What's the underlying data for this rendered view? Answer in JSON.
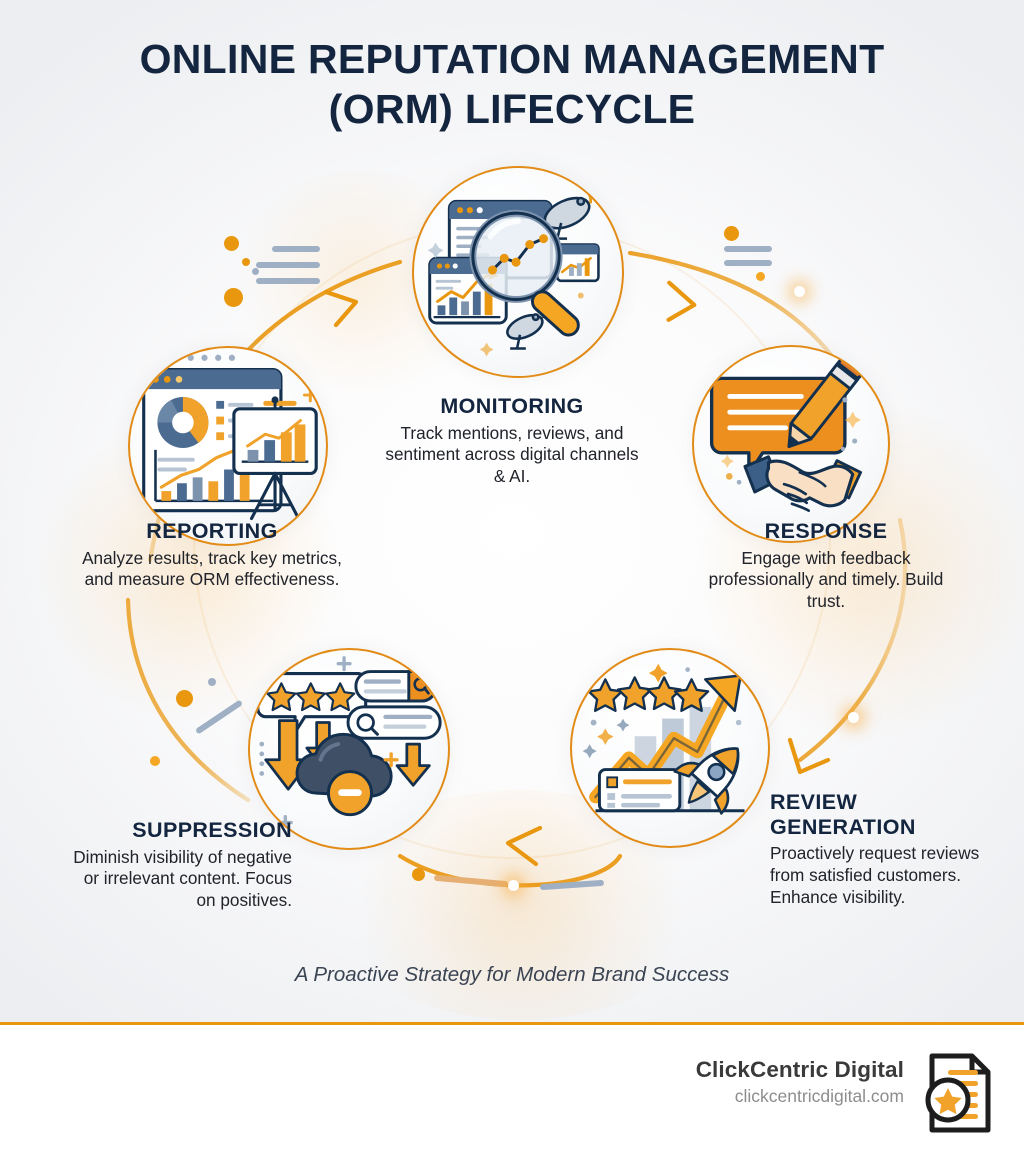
{
  "title": {
    "line1": "ONLINE REPUTATION MANAGEMENT",
    "line2": "(ORM) LIFECYCLE"
  },
  "tagline": "A Proactive Strategy for Modern Brand Success",
  "colors": {
    "accent_orange": "#E9970F",
    "orange_light": "#F5A623",
    "navy": "#14253f",
    "slate_blue": "#4C6B91",
    "body_text": "#20232a",
    "background": "#f2f3f5",
    "footer_line": "#E9970F"
  },
  "cycle": {
    "direction": "clockwise",
    "stages": [
      {
        "id": "monitoring",
        "heading": "MONITORING",
        "desc": "Track mentions, reviews, and sentiment across digital channels & AI.",
        "icon": "magnifier-dashboard-satellite-icon",
        "order": 1
      },
      {
        "id": "response",
        "heading": "RESPONSE",
        "desc": "Engage with feedback professionally and timely. Build trust.",
        "icon": "speech-bubble-pencil-handshake-icon",
        "order": 2
      },
      {
        "id": "review-generation",
        "heading_line1": "REVIEW",
        "heading_line2": "GENERATION",
        "heading": "REVIEW GENERATION",
        "desc": "Proactively request reviews from satisfied customers. Enhance visibility.",
        "icon": "stars-growth-arrow-rocket-icon",
        "stars": 4,
        "order": 3
      },
      {
        "id": "suppression",
        "heading": "SUPPRESSION",
        "desc": "Diminish visibility of negative or irrelevant content. Focus on positives.",
        "icon": "down-arrows-cloud-minus-icon",
        "stars": 3,
        "order": 4
      },
      {
        "id": "reporting",
        "heading": "REPORTING",
        "desc": "Analyze results, track key metrics, and measure ORM effectiveness.",
        "icon": "dashboard-charts-presentation-icon",
        "order": 5
      }
    ]
  },
  "footer": {
    "brand_name": "ClickCentric Digital",
    "brand_url": "clickcentricdigital.com",
    "logo_icon": "document-star-badge-icon"
  }
}
